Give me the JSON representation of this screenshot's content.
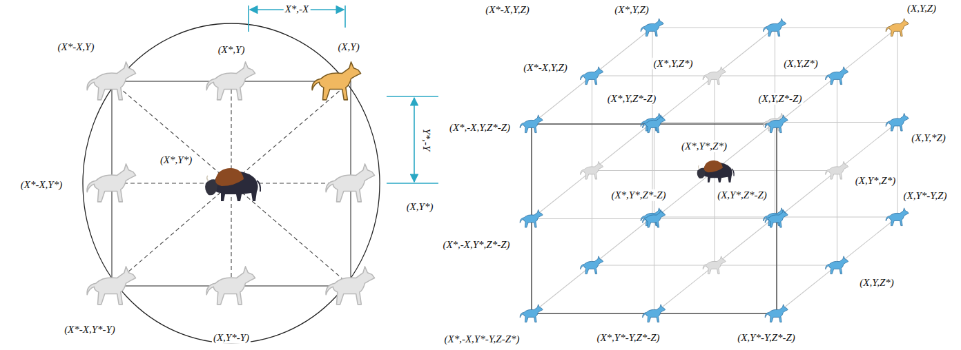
{
  "diagram": {
    "labels": [
      "X*,-X",
      "(X,Y)",
      "Y*,-Y",
      "(X*-X,Y)",
      "(X*,Y)",
      "(X*-X,Y*)",
      "(X*,Y*)",
      "(X,Y*)",
      "(X*-X,Y*-Y)",
      "(X,Y*-Y)",
      "(X*-X,Y,Z)",
      "(X*,Y,Z)",
      "(X,Y,Z)",
      "(X*-X,Y,Z)",
      "(X*,Y,Z*)",
      "(X,Y,Z*)",
      "(X*,-X,Y,Z*-Z)",
      "(X*,Y,Z*-Z)",
      "(X,Y,Z*-Z)",
      "(X,Y,*Z)",
      "(X*,Y*,Z*)",
      "(X,Y*,Z*)",
      "(X*,Y*,Z*-Z)",
      "(X,Y*,Z*-Z)",
      "(X,Y*-Y,Z)",
      "(X*,-X,Y*,Z*-Z)",
      "(X,Y,Z*)",
      "(X*,-X,Y*-Y,Z-Z*)",
      "(X*,Y*-Y,Z*-Z)",
      "(X,Y*-Y,Z*-Z)"
    ]
  }
}
